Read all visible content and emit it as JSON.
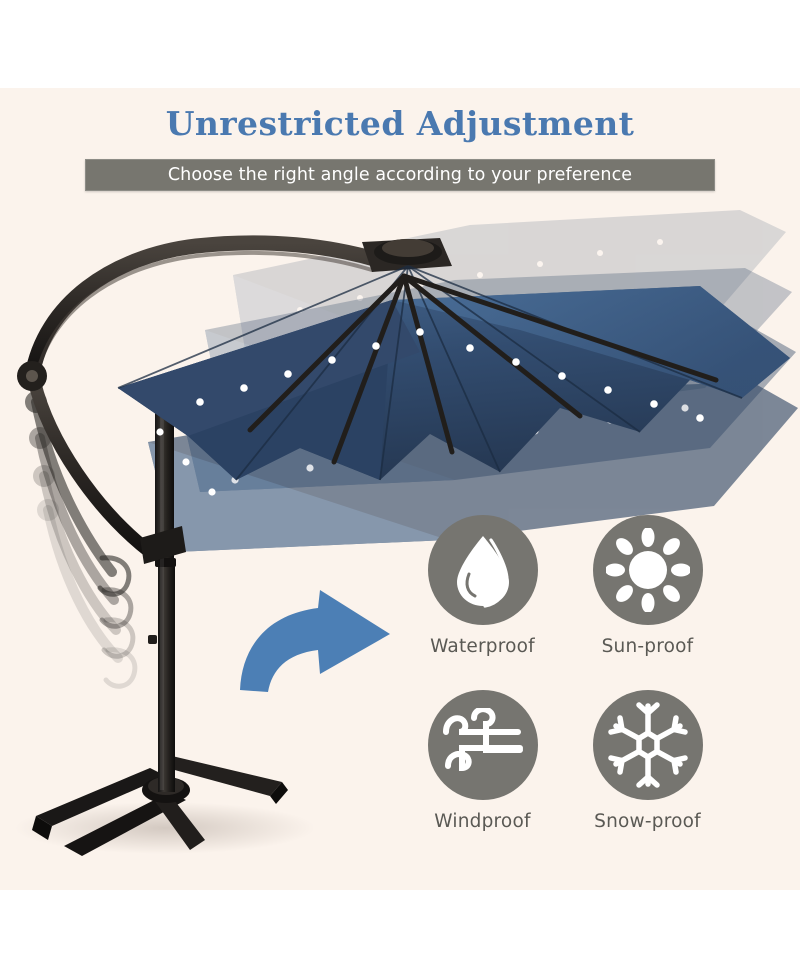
{
  "page": {
    "background_white": "#ffffff",
    "background_cream": "#fbf3ec"
  },
  "header": {
    "title": "Unrestricted Adjustment",
    "title_color": "#4a79b0",
    "subtitle": "Choose the right angle according to your preference",
    "subtitle_bar_color": "#77766f",
    "subtitle_text_color": "#ffffff"
  },
  "product": {
    "name": "cantilever-offset-patio-umbrella",
    "canopy_color": "#2d4463",
    "canopy_highlight_color": "#3f5f85",
    "frame_color": "#2a2724",
    "base_color": "#1d1b19",
    "led_color": "#ffffff",
    "ghost_positions": 4
  },
  "arrow": {
    "name": "curved-right-arrow",
    "color": "#4c7fb5"
  },
  "features": [
    {
      "icon": "water-drop-icon",
      "label": "Waterproof",
      "circle_color": "#767570"
    },
    {
      "icon": "sun-icon",
      "label": "Sun-proof",
      "circle_color": "#767570"
    },
    {
      "icon": "wind-icon",
      "label": "Windproof",
      "circle_color": "#767570"
    },
    {
      "icon": "snowflake-icon",
      "label": "Snow-proof",
      "circle_color": "#767570"
    }
  ]
}
